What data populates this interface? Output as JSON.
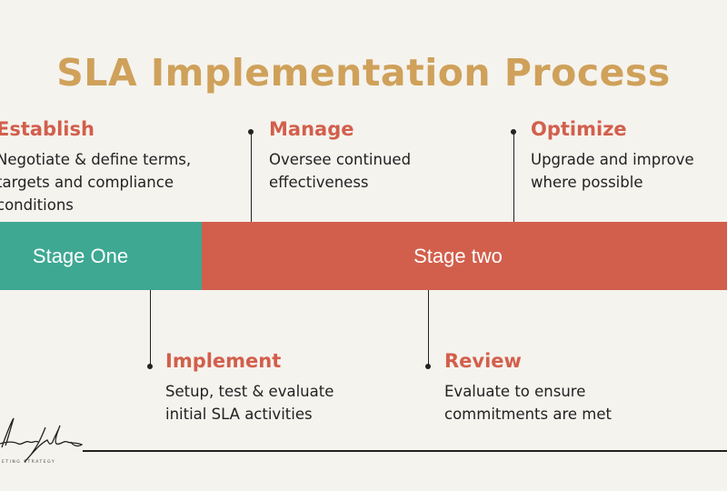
{
  "title": "SLA Implementation Process",
  "colors": {
    "title": "#cfa15a",
    "heading": "#d25f4c",
    "stage_one": "#3ea893",
    "stage_two": "#d25f4c"
  },
  "stages": [
    {
      "label": "Stage One"
    },
    {
      "label": "Stage two"
    }
  ],
  "steps": [
    {
      "heading": "Establish",
      "lines": [
        "Negotiate & define terms,",
        "targets and compliance",
        "conditions"
      ]
    },
    {
      "heading": "Manage",
      "lines": [
        "Oversee continued",
        "effectiveness"
      ]
    },
    {
      "heading": "Optimize",
      "lines": [
        "Upgrade and improve",
        "where possible"
      ]
    },
    {
      "heading": "Implement",
      "lines": [
        "Setup, test & evaluate",
        "initial SLA activities"
      ]
    },
    {
      "heading": "Review",
      "lines": [
        "Evaluate to ensure",
        "commitments are met"
      ]
    }
  ],
  "logo": {
    "signature": "Nathan Ward",
    "tagline": "MARKETING STRATEGY"
  }
}
